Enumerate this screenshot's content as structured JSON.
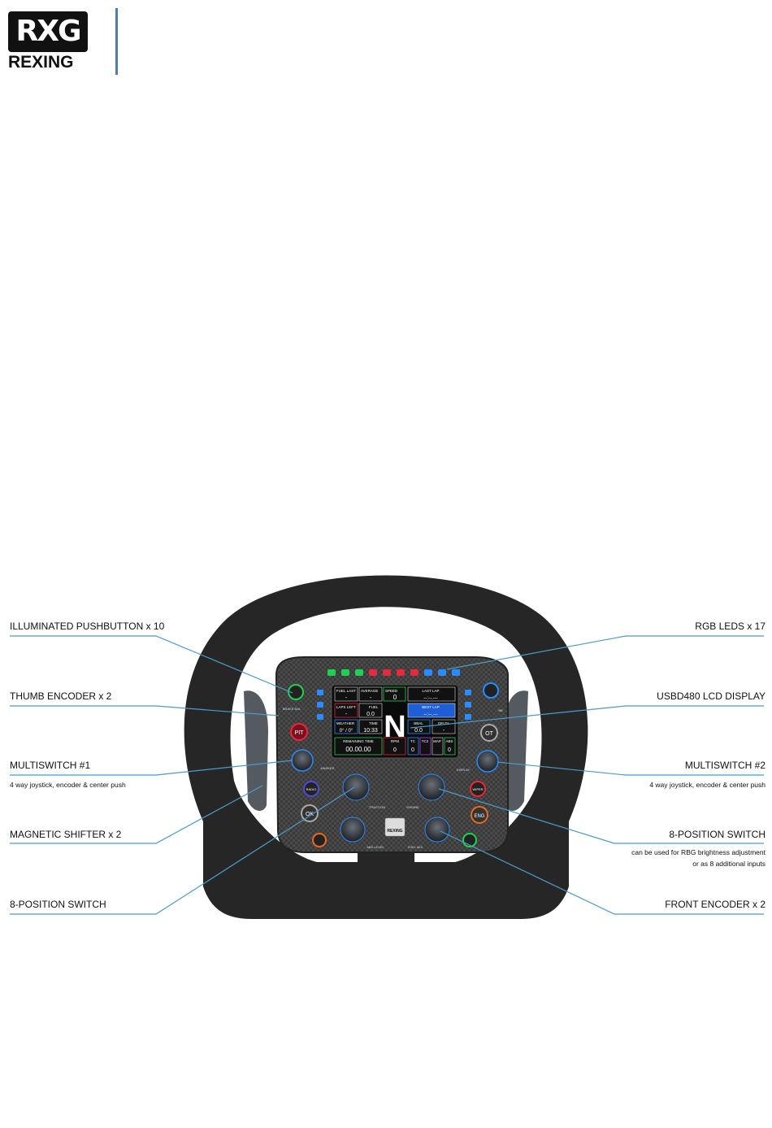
{
  "header": {
    "logo_glyph": "RXG",
    "logo_text": "REXING"
  },
  "callouts_left": [
    {
      "label": "ILLUMINATED PUSHBUTTON x 10"
    },
    {
      "label": "THUMB ENCODER x 2"
    },
    {
      "label": "MULTISWITCH #1",
      "sub": "4 way joystick, encoder & center push"
    },
    {
      "label": "MAGNETIC SHIFTER x 2"
    },
    {
      "label": "8-POSITION SWITCH"
    }
  ],
  "callouts_right": [
    {
      "label": "RGB LEDS x 17"
    },
    {
      "label": "USBD480 LCD DISPLAY"
    },
    {
      "label": "MULTISWITCH #2",
      "sub": "4 way joystick, encoder & center push"
    },
    {
      "label": "8-POSITION SWITCH",
      "sub1": "can be used for RBG brightness adjustment",
      "sub2": "or as 8 additional inputs"
    },
    {
      "label": "FRONT ENCODER x 2"
    }
  ],
  "display": {
    "fuel_last_label": "FUEL LAST",
    "fuel_last_value": "-",
    "average_label": "AVERAGE",
    "average_value": "-",
    "speed_label": "SPEED",
    "speed_value": "0",
    "last_lap_label": "LAST LAP",
    "last_lap_value": "--:--.---",
    "laps_left_label": "LAPS LEFT",
    "laps_left_value": "-",
    "fuel_label": "FUEL",
    "fuel_value": "0.0",
    "best_lap_label": "BEST LAP",
    "best_lap_value": "--:--.---",
    "weather_label": "WEATHER",
    "weather_value": "0° / 0°",
    "time_label": "TIME",
    "time_value": "10:33",
    "brake_label": "BBAL",
    "brake_value": "0.0",
    "delta_label": "DELTA",
    "delta_value": "-",
    "gear": "N",
    "remaining_label": "REMAINING TIME",
    "remaining_value": "00.00.00",
    "rpm_label": "RPM",
    "rpm_value": "0",
    "tc_label": "TC",
    "tc_value": "0",
    "tc2_label": "TC2",
    "tc2_value": "",
    "map_label": "MAP",
    "map_value": "",
    "abs_label": "ABS",
    "abs_value": "0"
  },
  "wheel_labels": {
    "pit": "PIT",
    "ok": "OK",
    "ot": "OT",
    "eng": "ENG",
    "brand": "REXING",
    "traction": "TRACTION",
    "engine": "ENGINE",
    "abs_level": "ABS LEVEL",
    "fuel_mix": "FUEL MIX",
    "radio": "RADIO",
    "wiper": "WIPER",
    "marker": "MARKER",
    "display": "DISPLAY",
    "brake_bal": "BRAKE BAL",
    "bb_right": "BB"
  },
  "colors": {
    "accent_line": "#4a9cc9",
    "divider": "#4a7fb0",
    "led_green": "#20d050",
    "led_red": "#e8283c",
    "led_blue": "#2a8cff"
  }
}
